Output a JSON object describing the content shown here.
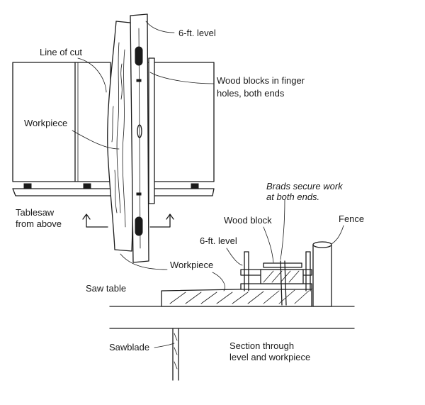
{
  "labels": {
    "level_top": "6-ft. level",
    "line_of_cut": "Line of cut",
    "wood_blocks": [
      "Wood blocks in finger",
      "holes, both ends"
    ],
    "workpiece_top": "Workpiece",
    "tablesaw": [
      "Tablesaw",
      "from above"
    ],
    "brads": [
      "Brads secure work",
      "at both ends."
    ],
    "wood_block": "Wood block",
    "fence": "Fence",
    "level_section": "6-ft. level",
    "workpiece_bottom": "Workpiece",
    "saw_table": "Saw table",
    "sawblade": "Sawblade",
    "section": [
      "Section through",
      "level and workpiece"
    ]
  }
}
